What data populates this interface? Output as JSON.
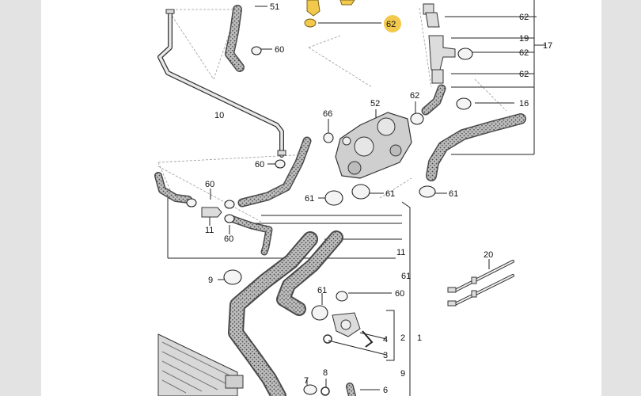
{
  "diagram": {
    "labels": [
      "51",
      "60",
      "62",
      "62",
      "19",
      "62",
      "62",
      "16",
      "17",
      "10",
      "66",
      "52",
      "62",
      "60",
      "60",
      "61",
      "61",
      "61",
      "11",
      "60",
      "11",
      "61",
      "9",
      "60",
      "1",
      "2",
      "4",
      "3",
      "9",
      "8",
      "7",
      "6",
      "20"
    ],
    "highlight_color": "#f2c94c",
    "hose_colors": {
      "outline": "#4a4a4a",
      "fill": "#bdbdbd"
    }
  }
}
